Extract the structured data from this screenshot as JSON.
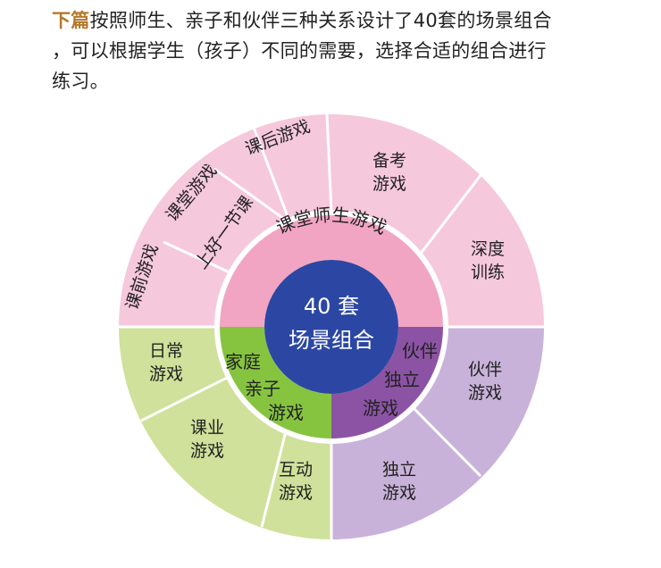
{
  "intro": {
    "highlight": "下篇",
    "line1": "按照师生、亲子和伙伴三种关系设计了40套的场景组合",
    "line2": "，可以根据学生（孩子）不同的需要，选择合适的组合进行",
    "line3": "练习。"
  },
  "center": {
    "line1": "40 套",
    "line2": "场景组合"
  },
  "inner": {
    "classroom": {
      "label": "课堂师生游戏"
    },
    "family": {
      "line1": "家庭",
      "line2": "亲子",
      "line3": "游戏"
    },
    "partner": {
      "line1": "伙伴",
      "line2": "独立",
      "line3": "游戏"
    }
  },
  "outer": {
    "after_class": "课后游戏",
    "in_class": "课堂游戏",
    "before_class": "课前游戏",
    "good_lesson": "上好一节课",
    "exam_prep": {
      "line1": "备考",
      "line2": "游戏"
    },
    "deep_training": {
      "line1": "深度",
      "line2": "训练"
    },
    "daily": {
      "line1": "日常",
      "line2": "游戏"
    },
    "homework": {
      "line1": "课业",
      "line2": "游戏"
    },
    "interactive": {
      "line1": "互动",
      "line2": "游戏"
    },
    "solo": {
      "line1": "独立",
      "line2": "游戏"
    },
    "partner_game": {
      "line1": "伙伴",
      "line2": "游戏"
    }
  },
  "colors": {
    "pink_outer": "#f6c8dc",
    "pink_inner": "#f2a5c3",
    "green_outer": "#cfe19a",
    "green_inner": "#86c440",
    "purple_outer": "#c9b2da",
    "purple_inner": "#8c53a5",
    "core": "#2c47a3",
    "divider": "#ffffff"
  }
}
